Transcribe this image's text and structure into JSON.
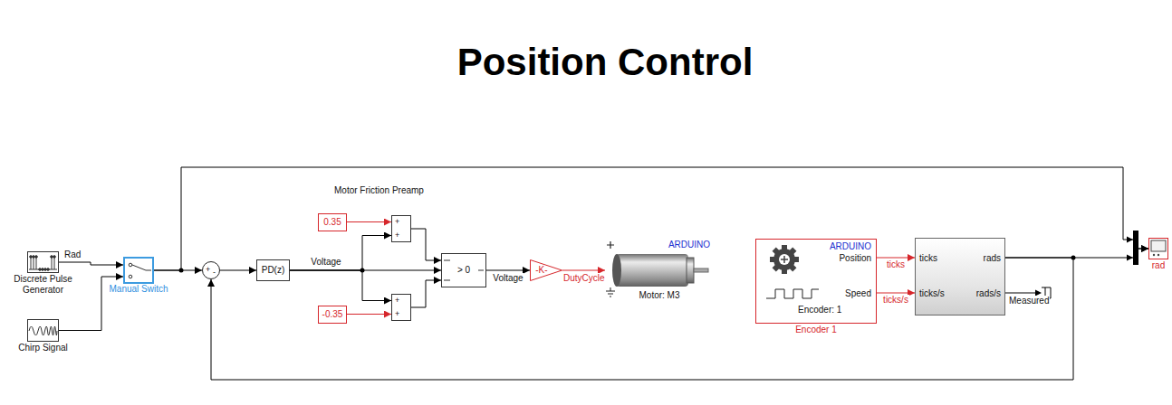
{
  "diagram": {
    "title": "Position Control",
    "nodes": [
      {
        "text": [
          "Discrete Pulse Generator"
        ]
      },
      {
        "text": [
          "Chirp Signal"
        ]
      },
      {
        "text": [
          "Manual Switch"
        ]
      },
      {
        "text": [
          "+",
          "-"
        ]
      },
      {
        "text": [
          "PD(z)"
        ]
      },
      {
        "text": [
          "0.35"
        ]
      },
      {
        "text": [
          "-0.35"
        ]
      },
      {
        "text": [
          "+",
          "+"
        ]
      },
      {
        "text": [
          "+",
          "+"
        ]
      },
      {
        "text": [
          "> 0"
        ]
      },
      {
        "text": [
          "-K-"
        ]
      },
      {
        "text": [
          "ARDUINO",
          "Motor: M3"
        ]
      },
      {
        "text": [
          "ARDUINO",
          "Position",
          "Speed",
          "Encoder: 1",
          "Encoder 1"
        ]
      },
      {
        "text": [
          "ticks",
          "rads",
          "ticks/s",
          "rads/s"
        ]
      },
      {
        "text": [
          "rad"
        ]
      }
    ],
    "edges": [
      {
        "from": 0,
        "to": 2,
        "arrow": "to"
      },
      {
        "from": 1,
        "to": 2,
        "arrow": "to"
      },
      {
        "from": 2,
        "to": 3,
        "arrow": "to"
      },
      {
        "from": 2,
        "to": 14,
        "arrow": "to"
      },
      {
        "from": 3,
        "to": 4,
        "arrow": "to"
      },
      {
        "from": 4,
        "to": 7,
        "arrow": "to"
      },
      {
        "from": 4,
        "to": 9,
        "label": "Voltage",
        "arrow": "to"
      },
      {
        "from": 4,
        "to": 8,
        "arrow": "to"
      },
      {
        "from": 5,
        "to": 7,
        "arrow": "to"
      },
      {
        "from": 6,
        "to": 8,
        "arrow": "to"
      },
      {
        "from": 7,
        "to": 9,
        "arrow": "to"
      },
      {
        "from": 8,
        "to": 9,
        "arrow": "to"
      },
      {
        "from": 9,
        "to": 10,
        "label": "Voltage",
        "arrow": "to"
      },
      {
        "from": 10,
        "to": 11,
        "label": "DutyCycle",
        "arrow": "to"
      },
      {
        "from": 12,
        "to": 13,
        "label": "ticks",
        "arrow": "to"
      },
      {
        "from": 12,
        "to": 13,
        "label": "ticks/s",
        "arrow": "to"
      },
      {
        "from": 13,
        "to": 3,
        "arrow": "to"
      },
      {
        "from": 13,
        "to": 14,
        "arrow": "to"
      }
    ],
    "labels": [
      "Rad",
      "Motor Friction Preamp",
      "Measured"
    ]
  }
}
